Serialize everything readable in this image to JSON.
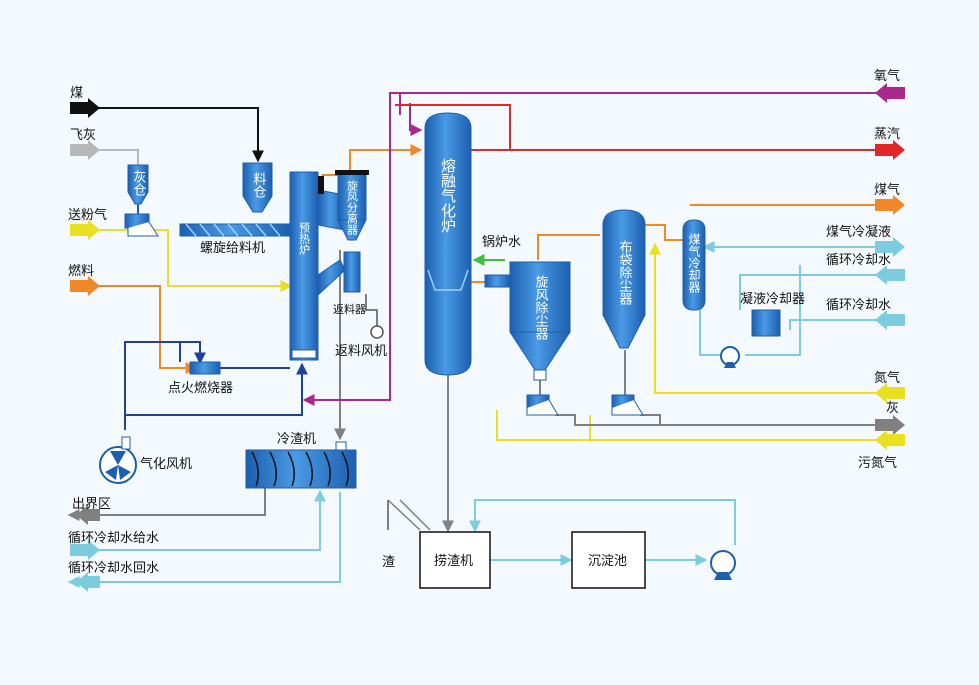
{
  "diagram": {
    "inputs": {
      "coal": "煤",
      "fly_ash": "飞灰",
      "powder_gas": "送粉气",
      "fuel": "燃料",
      "oxygen": "氧气",
      "nitrogen": "氮气",
      "dirty_nitrogen": "污氮气",
      "cw_supply": "循环冷却水给水",
      "cw_in_a": "循环冷却水",
      "cw_in_b": "循环冷却水"
    },
    "outputs": {
      "steam": "蒸汽",
      "syngas": "煤气",
      "condensate": "煤气冷凝液",
      "ash": "灰",
      "exit": "出界区",
      "cw_return": "循环冷却水回水",
      "slag": "渣"
    },
    "units": {
      "ash_bin": "灰仓",
      "feed_bin": "料仓",
      "screw_feeder": "螺旋给料机",
      "preheater": "预热炉",
      "cyclone_sep": "旋风分离器",
      "return_feeder": "返料器",
      "return_fan": "返料风机",
      "igniter": "点火燃烧器",
      "gasifier_fan": "气化风机",
      "slag_cooler": "冷渣机",
      "melting_gasifier": "熔融气化炉",
      "boiler_water": "锅炉水",
      "cyclone_dust": "旋风除尘器",
      "bag_filter": "布袋除尘器",
      "gas_cooler": "煤气冷却器",
      "condensate_cooler": "凝液冷却器",
      "slag_remover": "捞渣机",
      "settling_tank": "沉淀池"
    },
    "colors": {
      "coal": "#111111",
      "fly_ash": "#b8b8b8",
      "powder_gas": "#e8e020",
      "fuel": "#f08828",
      "oxygen": "#a8288c",
      "steam": "#e02828",
      "syngas": "#f08828",
      "cooling": "#7ccce0",
      "ash": "#808080",
      "air": "#2040a0",
      "equipment": "#2e7fd0"
    }
  }
}
